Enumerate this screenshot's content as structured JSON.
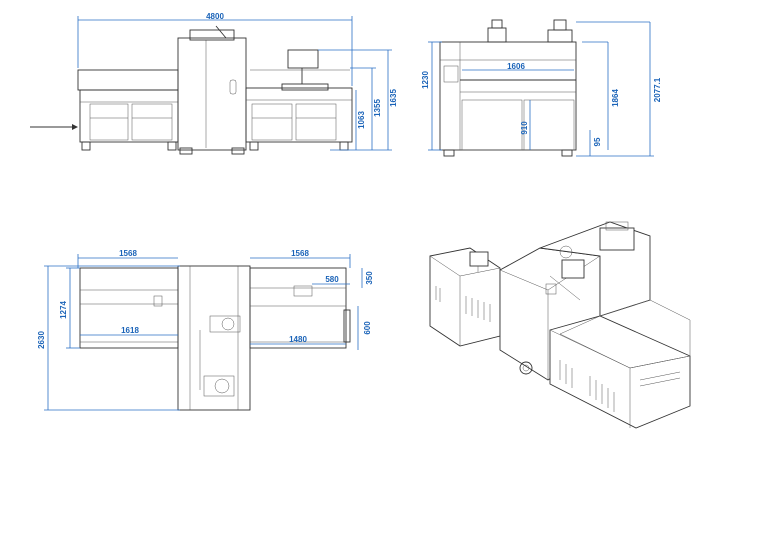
{
  "views": {
    "front": {
      "dims": {
        "overall_width": "4800",
        "height_1": "1063",
        "height_2": "1355",
        "height_3": "1635"
      }
    },
    "side": {
      "dims": {
        "inner_width": "1606",
        "left_height": "1230",
        "height_1864": "1864",
        "overall_height": "2077.1",
        "lower_910": "910",
        "base_95": "95"
      }
    },
    "top": {
      "dims": {
        "left_width": "1568",
        "right_width": "1568",
        "small_580": "580",
        "small_350": "350",
        "left_depth": "1274",
        "overall_depth": "2630",
        "conveyor_1618": "1618",
        "conveyor_1480": "1480",
        "right_600": "600"
      }
    },
    "iso": {}
  }
}
